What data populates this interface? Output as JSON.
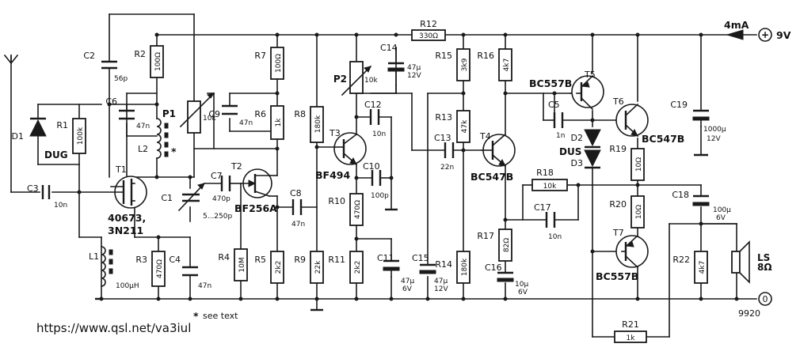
{
  "supply": {
    "current": "4mA",
    "voltage": "9V",
    "plus_sign": "+",
    "ground_label": "0"
  },
  "figure_number": "9920",
  "footnote": "see text",
  "footnote_mark": "*",
  "url": "https://www.qsl.net/va3iul",
  "resistors": {
    "R1": {
      "name": "R1",
      "value": "100k"
    },
    "R2": {
      "name": "R2",
      "value": "100Ω"
    },
    "R3": {
      "name": "R3",
      "value": "470Ω"
    },
    "R4": {
      "name": "R4",
      "value": "10M"
    },
    "R5": {
      "name": "R5",
      "value": "2k2"
    },
    "R6": {
      "name": "R6",
      "value": "1k"
    },
    "R7": {
      "name": "R7",
      "value": "100Ω"
    },
    "R8": {
      "name": "R8",
      "value": "180k"
    },
    "R9": {
      "name": "R9",
      "value": "22k"
    },
    "R10": {
      "name": "R10",
      "value": "470Ω"
    },
    "R11": {
      "name": "R11",
      "value": "2k2"
    },
    "R12": {
      "name": "R12",
      "value": "330Ω"
    },
    "R13": {
      "name": "R13",
      "value": "47k"
    },
    "R14": {
      "name": "R14",
      "value": "180k"
    },
    "R15": {
      "name": "R15",
      "value": "3k9"
    },
    "R16": {
      "name": "R16",
      "value": "4k7"
    },
    "R17": {
      "name": "R17",
      "value": "82Ω"
    },
    "R18": {
      "name": "R18",
      "value": "10k"
    },
    "R19": {
      "name": "R19",
      "value": "10Ω"
    },
    "R20": {
      "name": "R20",
      "value": "10Ω"
    },
    "R21": {
      "name": "R21",
      "value": "1k"
    },
    "R22": {
      "name": "R22",
      "value": "4k7"
    }
  },
  "capacitors": {
    "C1": {
      "name": "C1",
      "value": "5...250p"
    },
    "C2": {
      "name": "C2",
      "value": "56p"
    },
    "C3": {
      "name": "C3",
      "value": "10n"
    },
    "C4": {
      "name": "C4",
      "value": "47n"
    },
    "C5": {
      "name": "C5",
      "value": "1n"
    },
    "C6": {
      "name": "C6",
      "value": "47n"
    },
    "C7": {
      "name": "C7",
      "value": "470p"
    },
    "C8": {
      "name": "C8",
      "value": "47n"
    },
    "C9": {
      "name": "C9",
      "value": "47n"
    },
    "C10": {
      "name": "C10",
      "value": "100p"
    },
    "C11": {
      "name": "C11",
      "value": "47µ",
      "voltage": "6V"
    },
    "C12": {
      "name": "C12",
      "value": "10n"
    },
    "C13": {
      "name": "C13",
      "value": "22n"
    },
    "C14": {
      "name": "C14",
      "value": "47µ",
      "voltage": "12V"
    },
    "C15": {
      "name": "C15",
      "value": "47µ",
      "voltage": "12V"
    },
    "C16": {
      "name": "C16",
      "value": "10µ",
      "voltage": "6V"
    },
    "C17": {
      "name": "C17",
      "value": "10n"
    },
    "C18": {
      "name": "C18",
      "value": "100µ",
      "voltage": "6V"
    },
    "C19": {
      "name": "C19",
      "value": "1000µ",
      "voltage": "12V"
    }
  },
  "potentiometers": {
    "P1": {
      "name": "P1",
      "value": "10k"
    },
    "P2": {
      "name": "P2",
      "value": "10k"
    }
  },
  "transistors": {
    "T1": {
      "name": "T1",
      "type": "40673,",
      "type2": "3N211"
    },
    "T2": {
      "name": "T2",
      "type": "BF256A"
    },
    "T3": {
      "name": "T3",
      "type": "BF494"
    },
    "T4": {
      "name": "T4",
      "type": "BC547B"
    },
    "T5": {
      "name": "T5",
      "type": "BC557B"
    },
    "T6": {
      "name": "T6",
      "type": "BC547B"
    },
    "T7": {
      "name": "T7",
      "type": "BC557B"
    }
  },
  "diodes": {
    "D1": {
      "name": "D1",
      "type": "DUG"
    },
    "D2": {
      "name": "D2"
    },
    "D3": {
      "name": "D3"
    },
    "D23_type": "DUS"
  },
  "inductors": {
    "L1": {
      "name": "L1",
      "value": "100µH"
    },
    "L2": {
      "name": "L2"
    }
  },
  "speaker": {
    "name": "LS",
    "value": "8Ω"
  }
}
